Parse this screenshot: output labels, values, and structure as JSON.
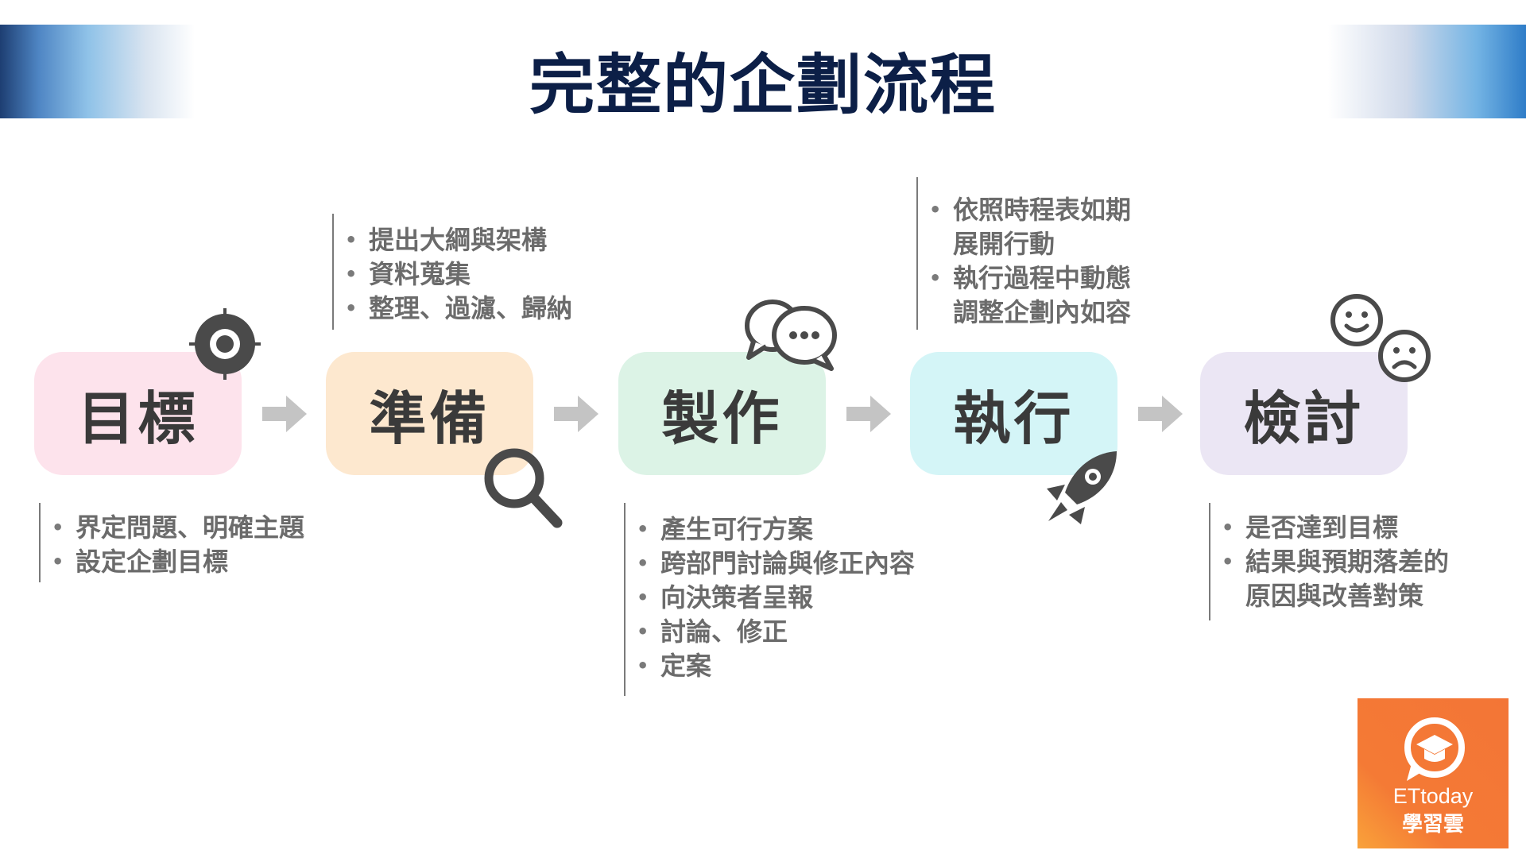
{
  "title": "完整的企劃流程",
  "steps": [
    {
      "label": "目標",
      "color": "#fde3ec",
      "notes": [
        "界定問題、明確主題",
        "設定企劃目標"
      ]
    },
    {
      "label": "準備",
      "color": "#fde8cf",
      "notes": [
        "提出大綱與架構",
        "資料蒐集",
        "整理、過濾、歸納"
      ]
    },
    {
      "label": "製作",
      "color": "#dcf3e6",
      "notes": [
        "產生可行方案",
        "跨部門討論與修正內容",
        "向決策者呈報",
        "討論、修正",
        "定案"
      ]
    },
    {
      "label": "執行",
      "color": "#d4f5f7",
      "notes": [
        "依照時程表如期",
        "展開行動",
        "執行過程中動態",
        "調整企劃內如容"
      ]
    },
    {
      "label": "檢討",
      "color": "#ebe6f4",
      "notes": [
        "是否達到目標",
        "結果與預期落差的",
        "原因與改善對策"
      ]
    }
  ],
  "logo": {
    "brand": "ETtoday",
    "name": "學習雲",
    "color": "#f37536"
  }
}
